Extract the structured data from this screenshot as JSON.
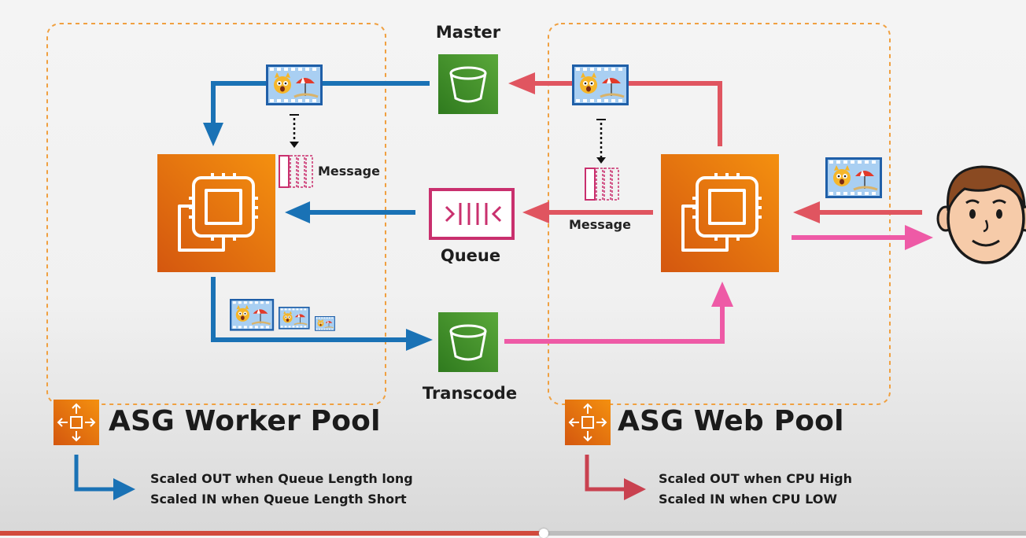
{
  "labels": {
    "master": "Master",
    "queue": "Queue",
    "transcode": "Transcode",
    "message_left": "Message",
    "message_right": "Message"
  },
  "pools": {
    "worker": {
      "title": "ASG Worker Pool",
      "notes": [
        "Scaled OUT when Queue Length long",
        "Scaled IN when Queue Length Short"
      ]
    },
    "web": {
      "title": "ASG Web Pool",
      "notes": [
        "Scaled OUT when CPU High",
        "Scaled IN when CPU LOW"
      ]
    }
  },
  "colors": {
    "blue_flow": "#1a72b5",
    "red_flow": "#e05560",
    "pink_flow": "#ee5aa6",
    "ec2_orange": "#f0780f",
    "s3_green": "#3f8f2a",
    "sqs_magenta": "#c9306e",
    "pool_border": "#f0a040",
    "progress": "#d14a3c"
  },
  "icons": {
    "ec2": "ec2-instance-icon",
    "s3": "s3-bucket-icon",
    "sqs": "sqs-queue-icon",
    "asg": "auto-scaling-group-icon",
    "media": "video-frame-icon",
    "user": "user-face-icon"
  },
  "player": {
    "progress": 0.53
  }
}
